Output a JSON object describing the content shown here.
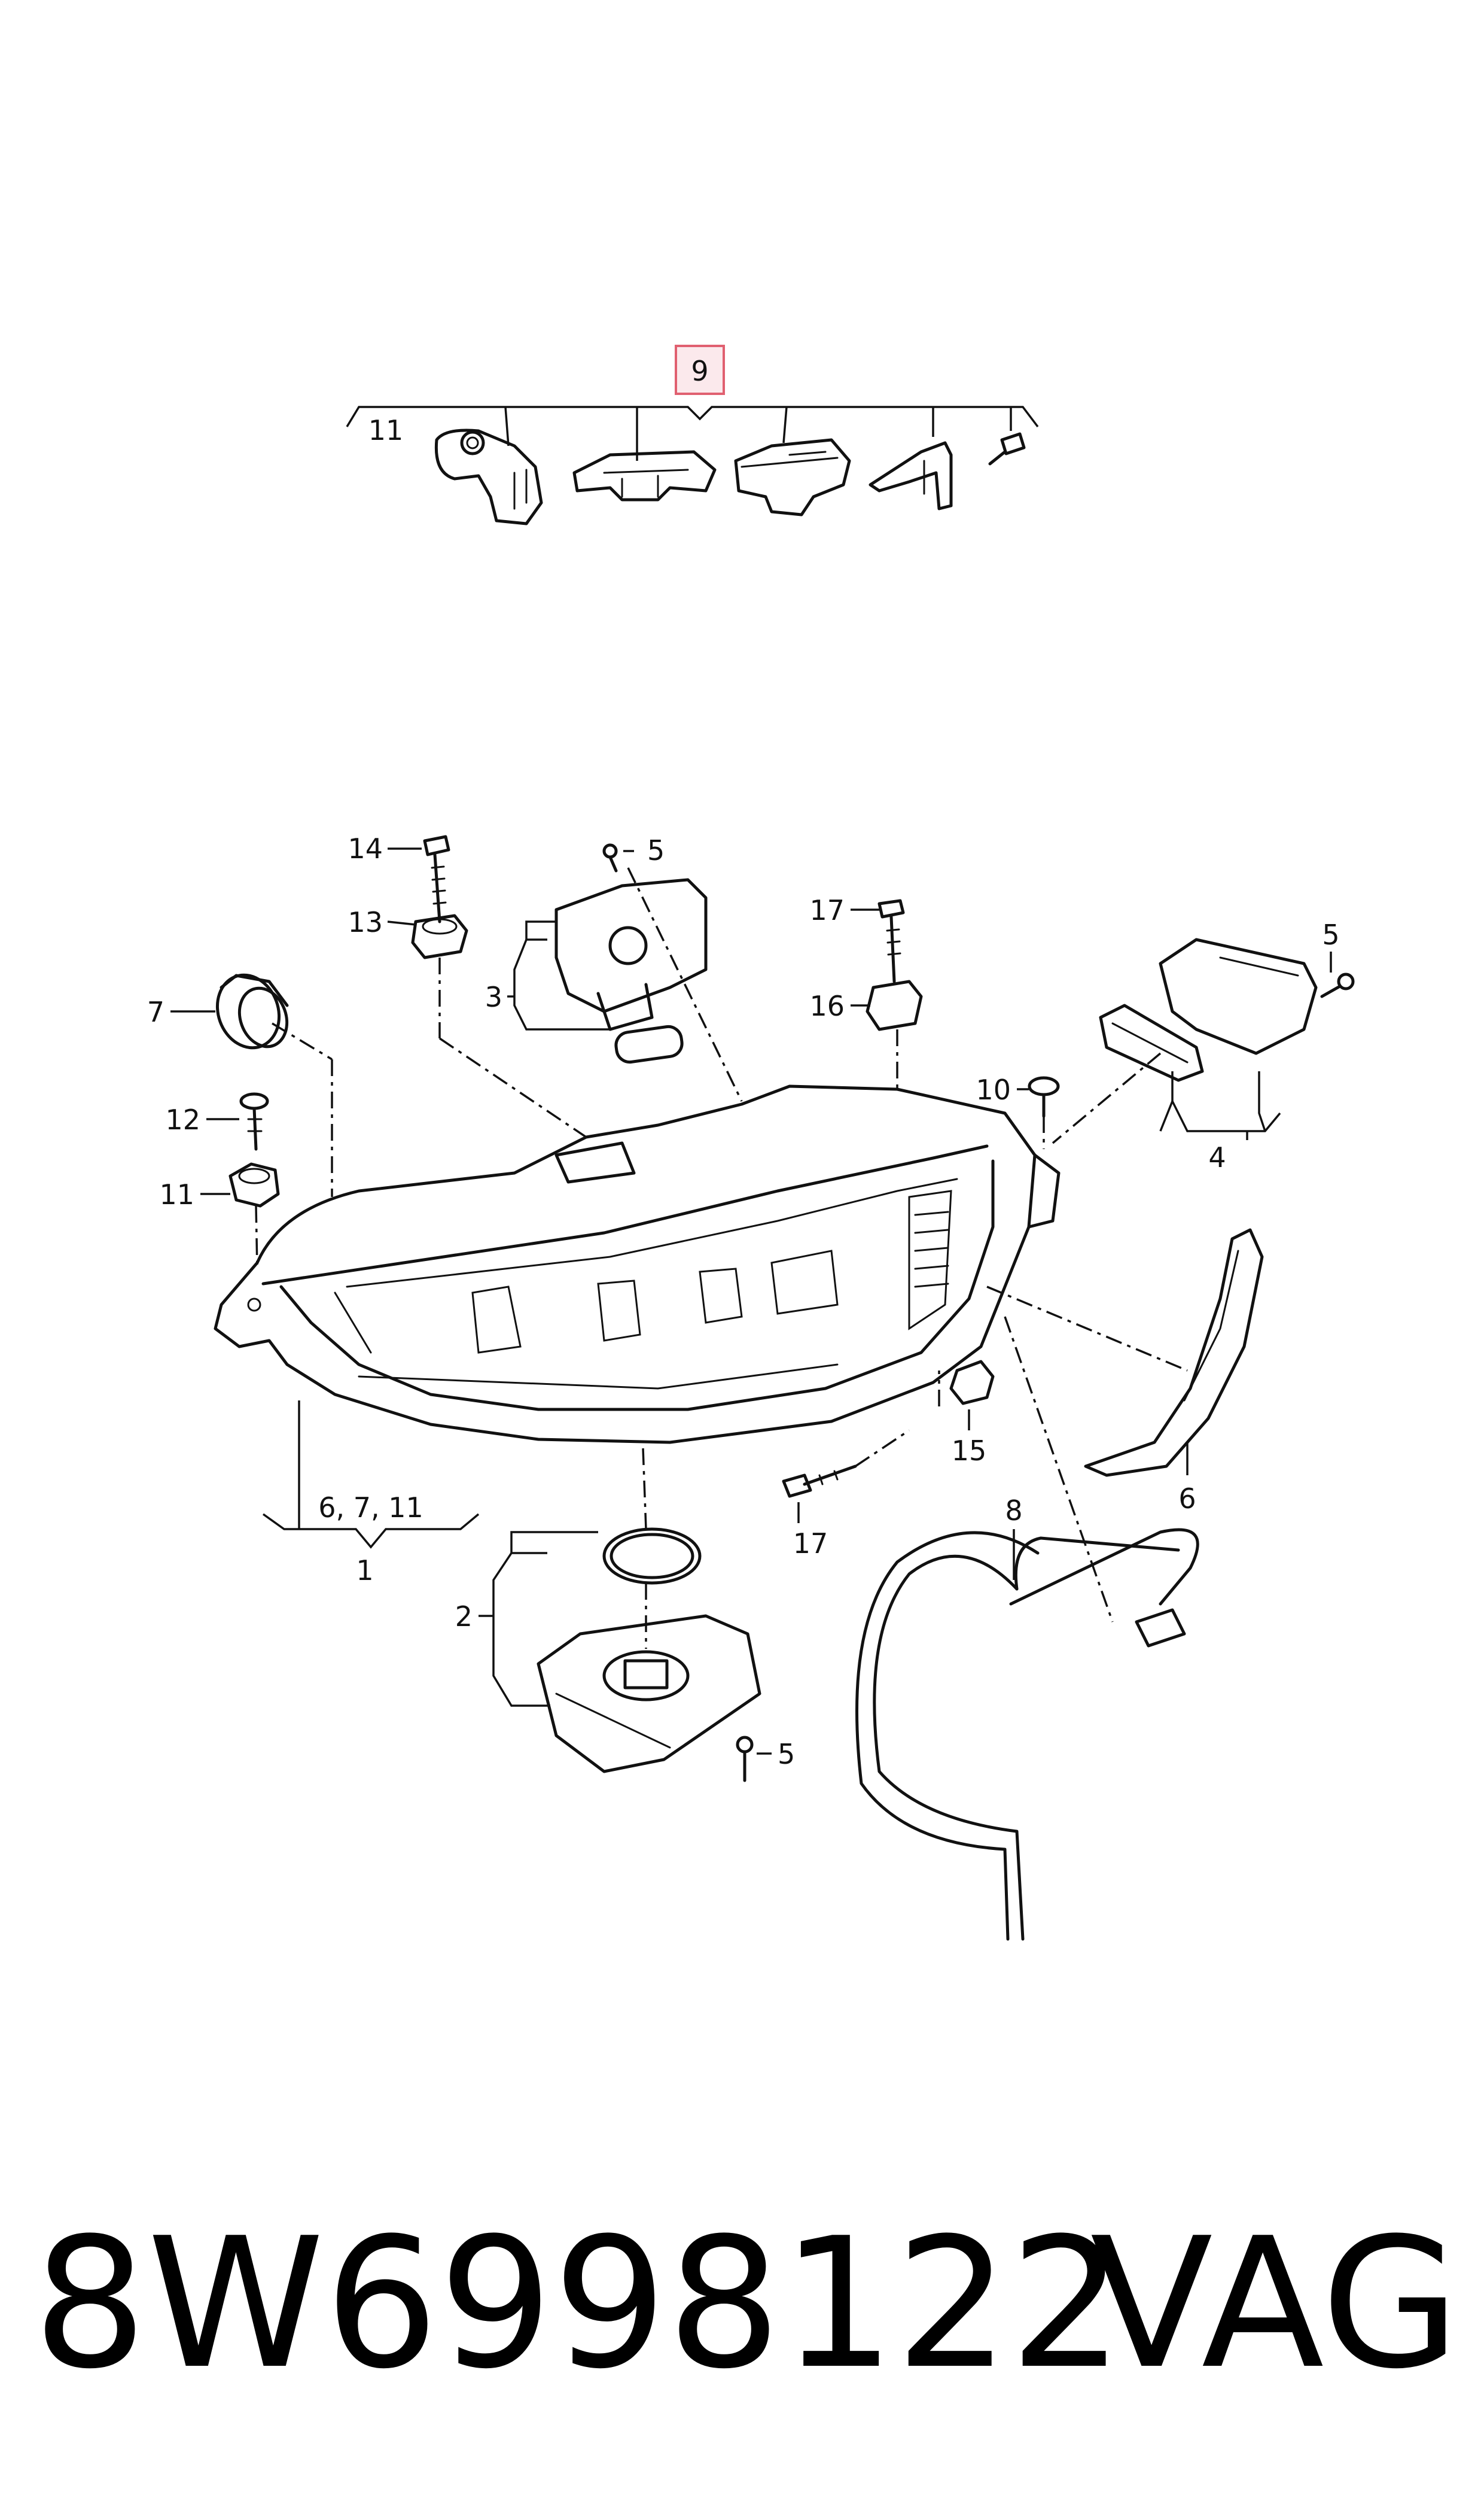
{
  "callouts": {
    "c9": "9",
    "c11_top": "11",
    "c14": "14",
    "c5_a": "5",
    "c13": "13",
    "c3": "3",
    "c7": "7",
    "c17_a": "17",
    "c16": "16",
    "c5_b": "5",
    "c10": "10",
    "c4": "4",
    "c12": "12",
    "c11": "11",
    "c15": "15",
    "c17_b": "17",
    "c6": "6",
    "c8": "8",
    "c6711": "6, 7, 11",
    "c1": "1",
    "c2": "2",
    "c5_c": "5"
  },
  "footer": {
    "part_number": "8W6998122",
    "brand": "VAG"
  },
  "colors": {
    "highlight_box": "#e06070",
    "line": "#111111"
  }
}
